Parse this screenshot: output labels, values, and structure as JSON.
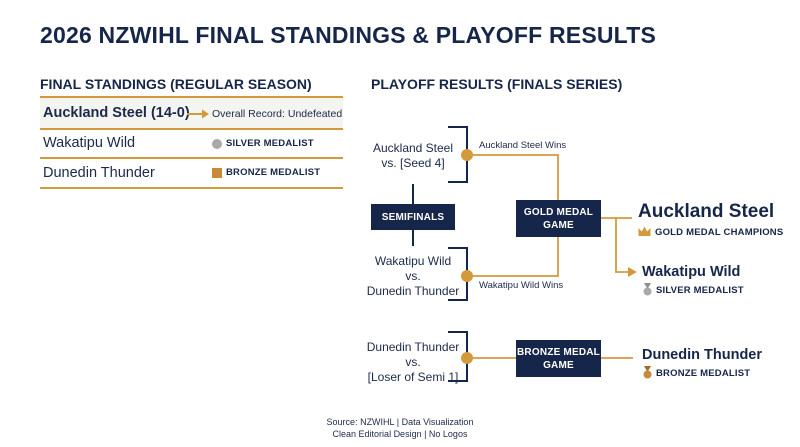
{
  "title": "2026 NZWIHL FINAL STANDINGS & PLAYOFF RESULTS",
  "standings": {
    "heading": "FINAL STANDINGS (REGULAR SEASON)",
    "rows": [
      {
        "team": "Auckland Steel (14-0)",
        "note": "Overall Record: Undefeated"
      },
      {
        "team": "Wakatipu Wild",
        "note": "SILVER MEDALIST"
      },
      {
        "team": "Dunedin Thunder",
        "note": "BRONZE MEDALIST"
      }
    ]
  },
  "playoffs": {
    "heading": "PLAYOFF RESULTS (FINALS SERIES)",
    "semi1": {
      "line1": "Auckland Steel",
      "line2": "vs. [Seed 4]",
      "winner_label": "Auckland Steel Wins"
    },
    "semifinals_label": "SEMIFINALS",
    "semi2": {
      "line1": "Wakatipu Wild",
      "line2": "vs.",
      "line3": "Dunedin Thunder",
      "winner_label": "Wakatipu Wild Wins"
    },
    "gold_game": {
      "line1": "GOLD MEDAL",
      "line2": "GAME"
    },
    "champion": {
      "name": "Auckland Steel",
      "label": "GOLD MEDAL CHAMPIONS"
    },
    "silver": {
      "name": "Wakatipu Wild",
      "label": "SILVER MEDALIST"
    },
    "bronze_matchup": {
      "line1": "Dunedin Thunder",
      "line2": "vs.",
      "line3": "[Loser of Semi 1]"
    },
    "bronze_game": {
      "line1": "BRONZE MEDAL",
      "line2": "GAME"
    },
    "bronze": {
      "name": "Dunedin Thunder",
      "label": "BRONZE MEDALIST"
    }
  },
  "footer": {
    "line1": "Source: NZWIHL | Data Visualization",
    "line2": "Clean Editorial Design | No Logos"
  },
  "colors": {
    "navy": "#16264a",
    "gold": "#d39a3c",
    "silver": "#a9a9a9",
    "bronze": "#c9883a"
  },
  "icons": {
    "crown": "crown-icon",
    "silver_medal": "silver-medal-icon",
    "bronze_medal": "bronze-medal-icon",
    "arrow": "arrow-right-icon"
  }
}
